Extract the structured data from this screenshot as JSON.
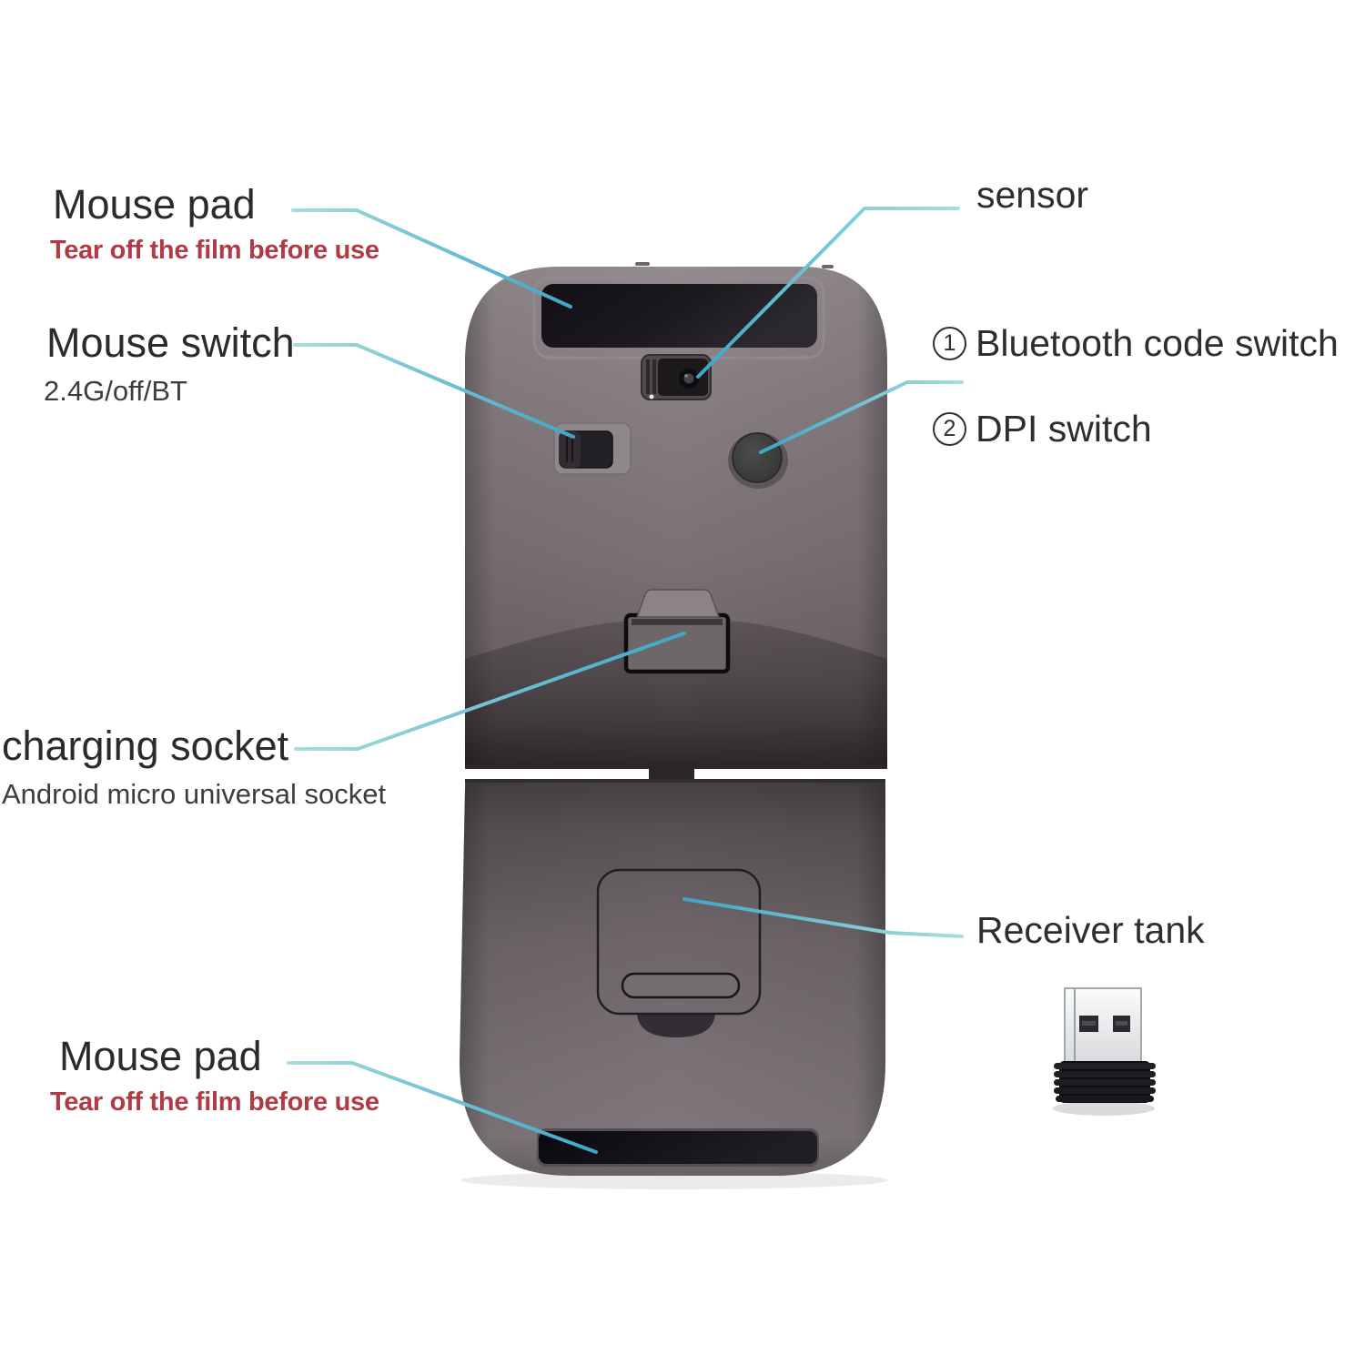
{
  "page": {
    "background": "#ffffff",
    "type": "product-annotation-diagram",
    "subject": "foldable wireless mouse, bottom view"
  },
  "colors": {
    "callout_teal_dark": "#3ea6c9",
    "callout_teal_light": "#a6ded9",
    "warning_red": "#b13a45",
    "title_text": "#2b2b2b",
    "subtitle_text": "#3d3d3d",
    "mouse_body_gray": "#7b7276",
    "mouse_pad_black": "#16131a",
    "usb_metal": "#eceeef",
    "usb_base_black": "#121316"
  },
  "annotations": {
    "mouse_pad_top": {
      "title": "Mouse pad",
      "note": "Tear off the film before use"
    },
    "mouse_switch": {
      "title": "Mouse switch",
      "note": "2.4G/off/BT"
    },
    "sensor": {
      "title": "sensor"
    },
    "bluetooth_code_switch": {
      "num": "1",
      "title": "Bluetooth code switch"
    },
    "dpi_switch": {
      "num": "2",
      "title": "DPI switch"
    },
    "charging_socket": {
      "title": "charging socket",
      "note": "Android micro universal socket"
    },
    "receiver_tank": {
      "title": "Receiver tank"
    },
    "mouse_pad_bottom": {
      "title": "Mouse pad",
      "note": "Tear off the film before use"
    }
  }
}
